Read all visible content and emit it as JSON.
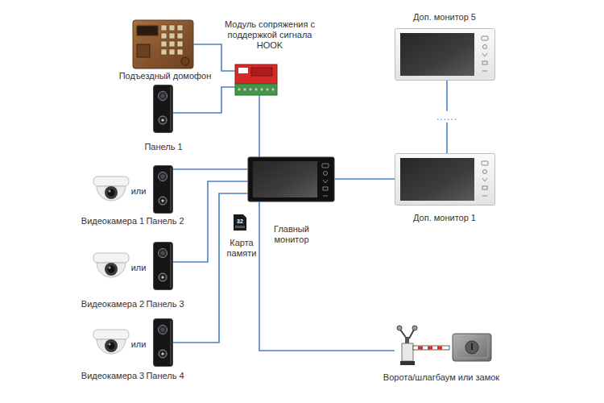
{
  "diagram": {
    "nodes": [
      {
        "text": [
          "Подъездный домофон"
        ]
      },
      {
        "text": [
          "Модуль сопряжения с поддержкой сигнала HOOK"
        ]
      },
      {
        "text": [
          "Панель 1"
        ]
      },
      {
        "text": [
          "Видеокамера 1"
        ]
      },
      {
        "text": [
          "Панель 2"
        ]
      },
      {
        "text": [
          "Видеокамера 2"
        ]
      },
      {
        "text": [
          "Панель 3"
        ]
      },
      {
        "text": [
          "Видеокамера 3"
        ]
      },
      {
        "text": [
          "Панель 4"
        ]
      },
      {
        "text": [
          "Главный монитор"
        ]
      },
      {
        "text": [
          "Карта памяти"
        ]
      },
      {
        "text": [
          "Доп. монитор 5"
        ]
      },
      {
        "text": [
          "Доп. монитор 1"
        ]
      },
      {
        "text": [
          "Ворота/шлагбаум или замок"
        ]
      }
    ],
    "edges": [
      {
        "from": 0,
        "to": 1,
        "arrow": "none"
      },
      {
        "from": 2,
        "to": 1,
        "arrow": "none"
      },
      {
        "from": 1,
        "to": 9,
        "arrow": "none"
      },
      {
        "from": 4,
        "to": 9,
        "arrow": "none"
      },
      {
        "from": 6,
        "to": 9,
        "arrow": "none"
      },
      {
        "from": 8,
        "to": 9,
        "arrow": "none"
      },
      {
        "from": 9,
        "to": 12,
        "arrow": "none"
      },
      {
        "from": 12,
        "to": 11,
        "arrow": "none"
      },
      {
        "from": 9,
        "to": 13,
        "arrow": "none"
      }
    ],
    "labels": [
      "или",
      "или",
      "или",
      "......",
      "32"
    ]
  }
}
